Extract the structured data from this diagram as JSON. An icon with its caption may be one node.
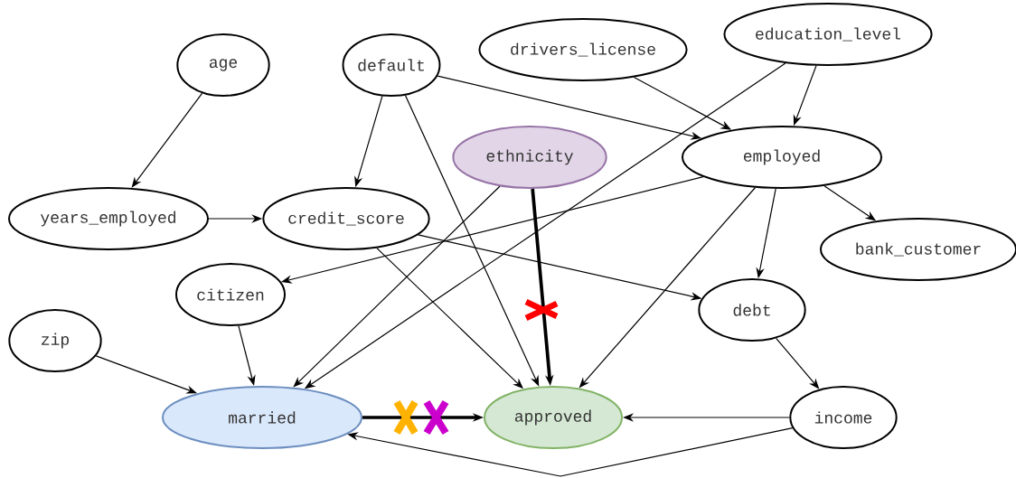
{
  "diagram": {
    "nodes": [
      {
        "text": [
          "age"
        ]
      },
      {
        "text": [
          "default"
        ]
      },
      {
        "text": [
          "drivers_license"
        ]
      },
      {
        "text": [
          "education_level"
        ]
      },
      {
        "text": [
          "ethnicity"
        ]
      },
      {
        "text": [
          "employed"
        ]
      },
      {
        "text": [
          "years_employed"
        ]
      },
      {
        "text": [
          "credit_score"
        ]
      },
      {
        "text": [
          "bank_customer"
        ]
      },
      {
        "text": [
          "citizen"
        ]
      },
      {
        "text": [
          "debt"
        ]
      },
      {
        "text": [
          "zip"
        ]
      },
      {
        "text": [
          "married"
        ]
      },
      {
        "text": [
          "approved"
        ]
      },
      {
        "text": [
          "income"
        ]
      }
    ],
    "edges": [
      {
        "from": 0,
        "to": 6,
        "arrow": "to"
      },
      {
        "from": 1,
        "to": 7,
        "arrow": "to"
      },
      {
        "from": 1,
        "to": 5,
        "arrow": "to"
      },
      {
        "from": 1,
        "to": 13,
        "arrow": "to"
      },
      {
        "from": 2,
        "to": 5,
        "arrow": "to"
      },
      {
        "from": 3,
        "to": 5,
        "arrow": "to"
      },
      {
        "from": 3,
        "to": 12,
        "arrow": "to"
      },
      {
        "from": 4,
        "to": 12,
        "arrow": "to"
      },
      {
        "from": 4,
        "to": 13,
        "arrow": "to",
        "style": "thick"
      },
      {
        "from": 5,
        "to": 9,
        "arrow": "to"
      },
      {
        "from": 5,
        "to": 13,
        "arrow": "to"
      },
      {
        "from": 5,
        "to": 10,
        "arrow": "to"
      },
      {
        "from": 5,
        "to": 8,
        "arrow": "to"
      },
      {
        "from": 6,
        "to": 7,
        "arrow": "to"
      },
      {
        "from": 7,
        "to": 13,
        "arrow": "to"
      },
      {
        "from": 7,
        "to": 10,
        "arrow": "to"
      },
      {
        "from": 9,
        "to": 12,
        "arrow": "to"
      },
      {
        "from": 11,
        "to": 12,
        "arrow": "to"
      },
      {
        "from": 12,
        "to": 13,
        "arrow": "to",
        "style": "thick"
      },
      {
        "from": 10,
        "to": 14,
        "arrow": "to"
      },
      {
        "from": 14,
        "to": 13,
        "arrow": "to"
      },
      {
        "from": 14,
        "to": 12,
        "arrow": "to"
      }
    ]
  }
}
